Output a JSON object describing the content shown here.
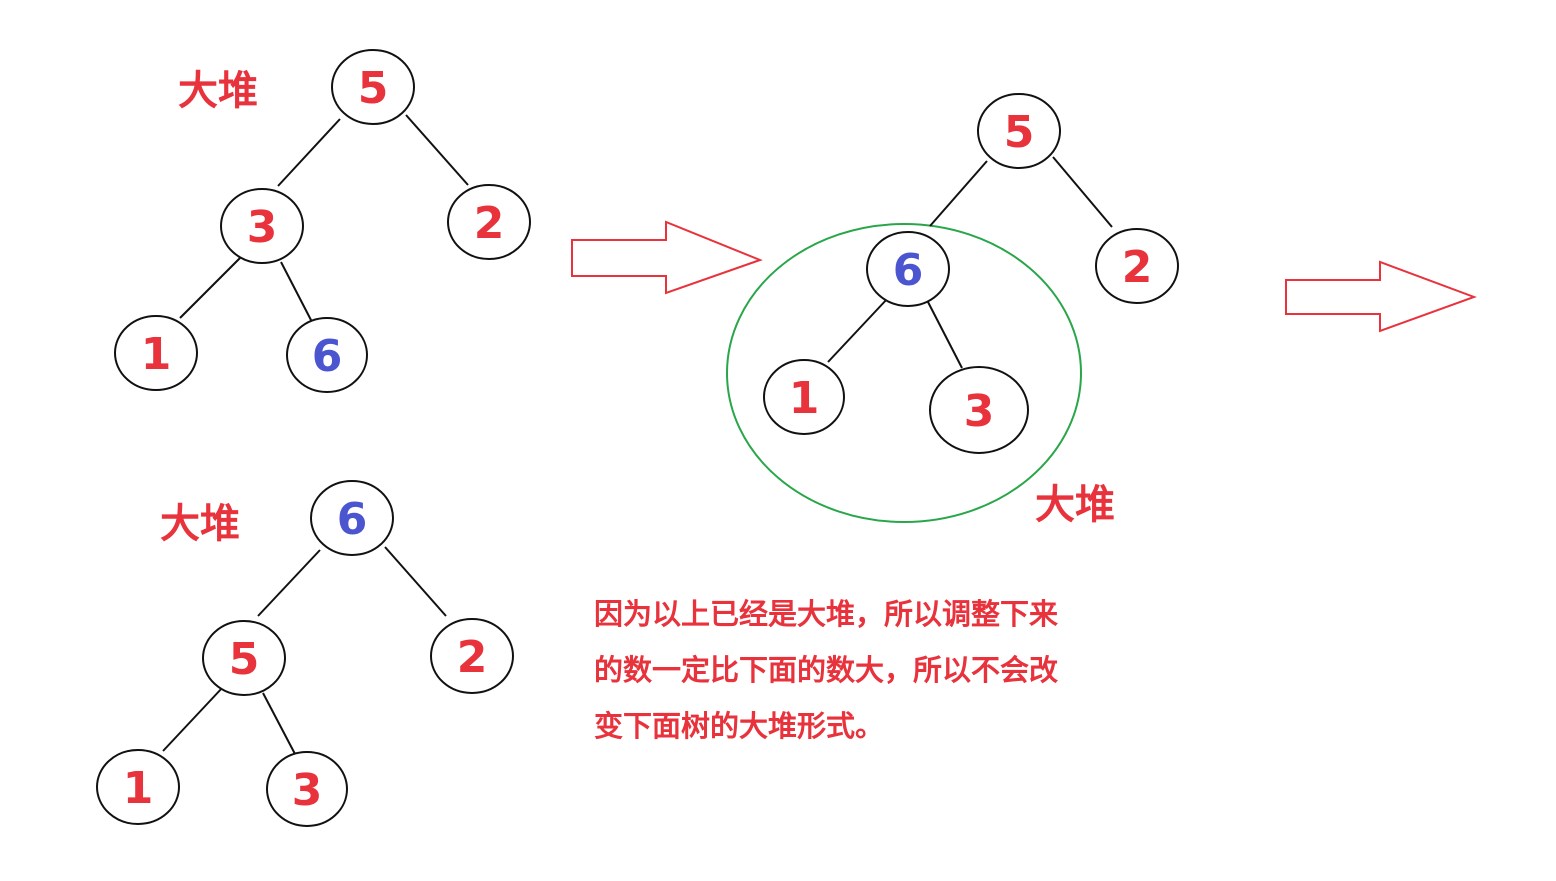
{
  "colors": {
    "label_red": "#e8323c",
    "swapped_blue": "#4a55cf",
    "edge_black": "#111111",
    "arrow_red": "#e8323c",
    "highlight_green": "#2aa64a"
  },
  "trees": [
    {
      "id": "top-left",
      "heap_label": "大堆",
      "nodes": [
        {
          "value": "5",
          "color": "red"
        },
        {
          "value": "3",
          "color": "red"
        },
        {
          "value": "2",
          "color": "red"
        },
        {
          "value": "1",
          "color": "red"
        },
        {
          "value": "6",
          "color": "blue"
        }
      ]
    },
    {
      "id": "middle",
      "heap_label": "大堆",
      "nodes": [
        {
          "value": "5",
          "color": "red"
        },
        {
          "value": "6",
          "color": "blue"
        },
        {
          "value": "2",
          "color": "red"
        },
        {
          "value": "1",
          "color": "red"
        },
        {
          "value": "3",
          "color": "red"
        }
      ]
    },
    {
      "id": "bottom-left",
      "heap_label": "大堆",
      "nodes": [
        {
          "value": "6",
          "color": "blue"
        },
        {
          "value": "5",
          "color": "red"
        },
        {
          "value": "2",
          "color": "red"
        },
        {
          "value": "1",
          "color": "red"
        },
        {
          "value": "3",
          "color": "red"
        }
      ]
    }
  ],
  "note_lines": [
    "因为以上已经是大堆，所以调整下来",
    "的数一定比下面的数大，所以不会改",
    "变下面树的大堆形式。"
  ]
}
